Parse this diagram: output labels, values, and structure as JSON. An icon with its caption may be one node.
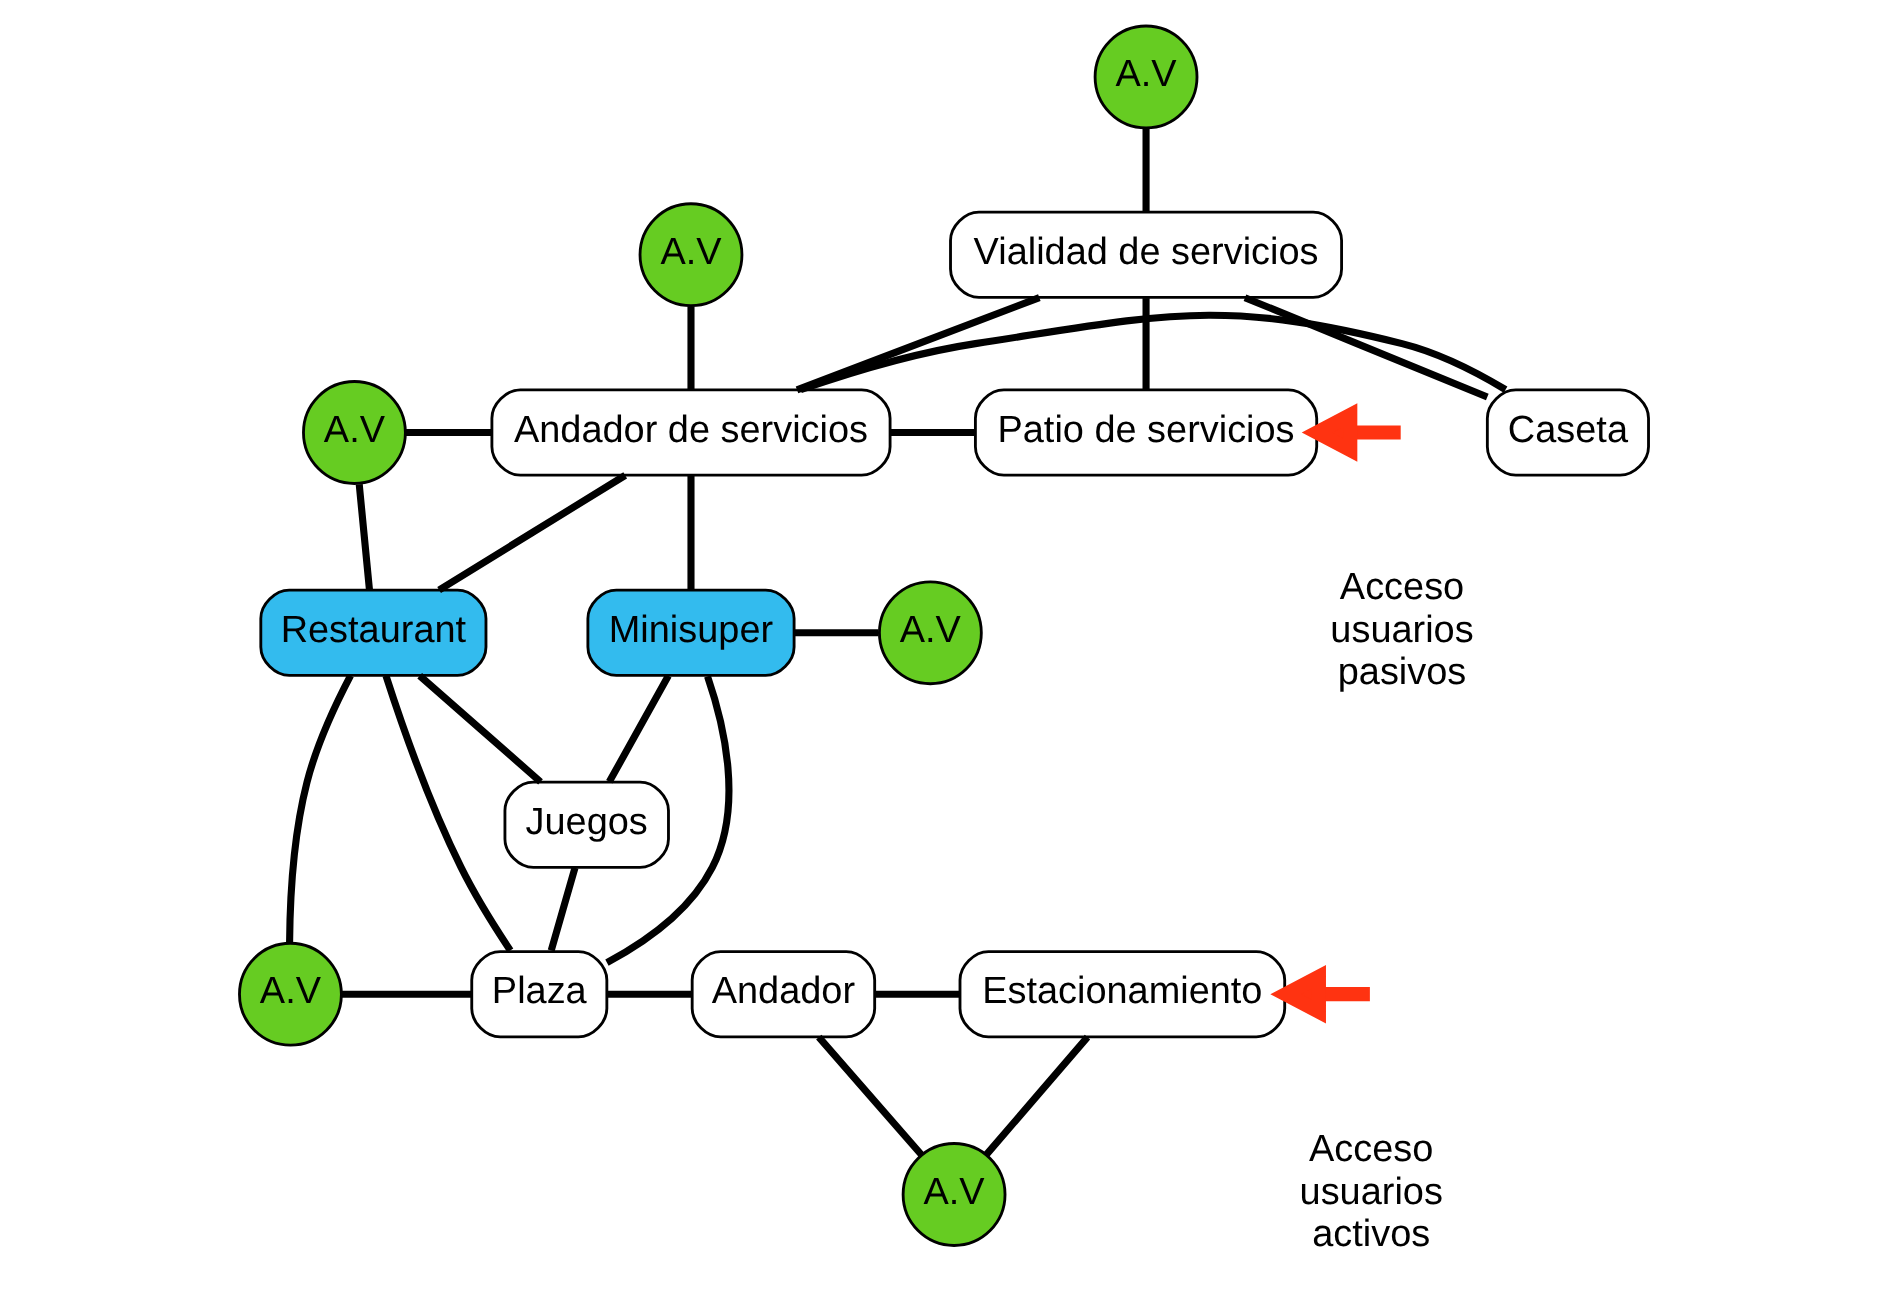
{
  "diagram": {
    "nodes": [
      {
        "text": [
          "A.V"
        ]
      },
      {
        "text": [
          "A.V"
        ]
      },
      {
        "text": [
          "Vialidad de servicios"
        ]
      },
      {
        "text": [
          "Andador de servicios"
        ]
      },
      {
        "text": [
          "Caseta"
        ]
      },
      {
        "text": [
          "Patio de servicios"
        ]
      },
      {
        "text": [
          "A.V"
        ]
      },
      {
        "text": [
          "Restaurant"
        ]
      },
      {
        "text": [
          "Minisuper"
        ]
      },
      {
        "text": [
          "A.V"
        ]
      },
      {
        "text": [
          "Juegos"
        ]
      },
      {
        "text": [
          "A.V"
        ]
      },
      {
        "text": [
          "Plaza"
        ]
      },
      {
        "text": [
          "Andador"
        ]
      },
      {
        "text": [
          "Estacionamiento"
        ]
      },
      {
        "text": [
          "A.V"
        ]
      }
    ],
    "edges": [
      {
        "from": 0,
        "to": 2,
        "arrow": "none"
      },
      {
        "from": 1,
        "to": 3,
        "arrow": "none"
      },
      {
        "from": 3,
        "to": 2,
        "arrow": "none"
      },
      {
        "from": 2,
        "to": 4,
        "arrow": "none"
      },
      {
        "from": 2,
        "to": 5,
        "arrow": "none"
      },
      {
        "from": 3,
        "to": 4,
        "arrow": "none"
      },
      {
        "from": 3,
        "to": 5,
        "arrow": "none"
      },
      {
        "from": 6,
        "to": 3,
        "arrow": "none"
      },
      {
        "from": 6,
        "to": 7,
        "arrow": "none"
      },
      {
        "from": 3,
        "to": 7,
        "arrow": "none"
      },
      {
        "from": 3,
        "to": 8,
        "arrow": "none"
      },
      {
        "from": 8,
        "to": 9,
        "arrow": "none"
      },
      {
        "from": 7,
        "to": 10,
        "arrow": "none"
      },
      {
        "from": 8,
        "to": 10,
        "arrow": "none"
      },
      {
        "from": 7,
        "to": 12,
        "arrow": "none"
      },
      {
        "from": 8,
        "to": 12,
        "arrow": "none"
      },
      {
        "from": 10,
        "to": 12,
        "arrow": "none"
      },
      {
        "from": 7,
        "to": 11,
        "arrow": "none"
      },
      {
        "from": 11,
        "to": 12,
        "arrow": "none"
      },
      {
        "from": 12,
        "to": 13,
        "arrow": "none"
      },
      {
        "from": 13,
        "to": 14,
        "arrow": "none"
      },
      {
        "from": 13,
        "to": 15,
        "arrow": "none"
      },
      {
        "from": 14,
        "to": 15,
        "arrow": "none"
      },
      {
        "from": null,
        "to": 5,
        "arrow": "to",
        "style": "thick",
        "color": "#ff3311"
      },
      {
        "from": null,
        "to": 14,
        "arrow": "to",
        "style": "thick",
        "color": "#ff3311"
      }
    ],
    "labels": [
      "Acceso usuarios pasivos",
      "Acceso usuarios activos"
    ]
  }
}
